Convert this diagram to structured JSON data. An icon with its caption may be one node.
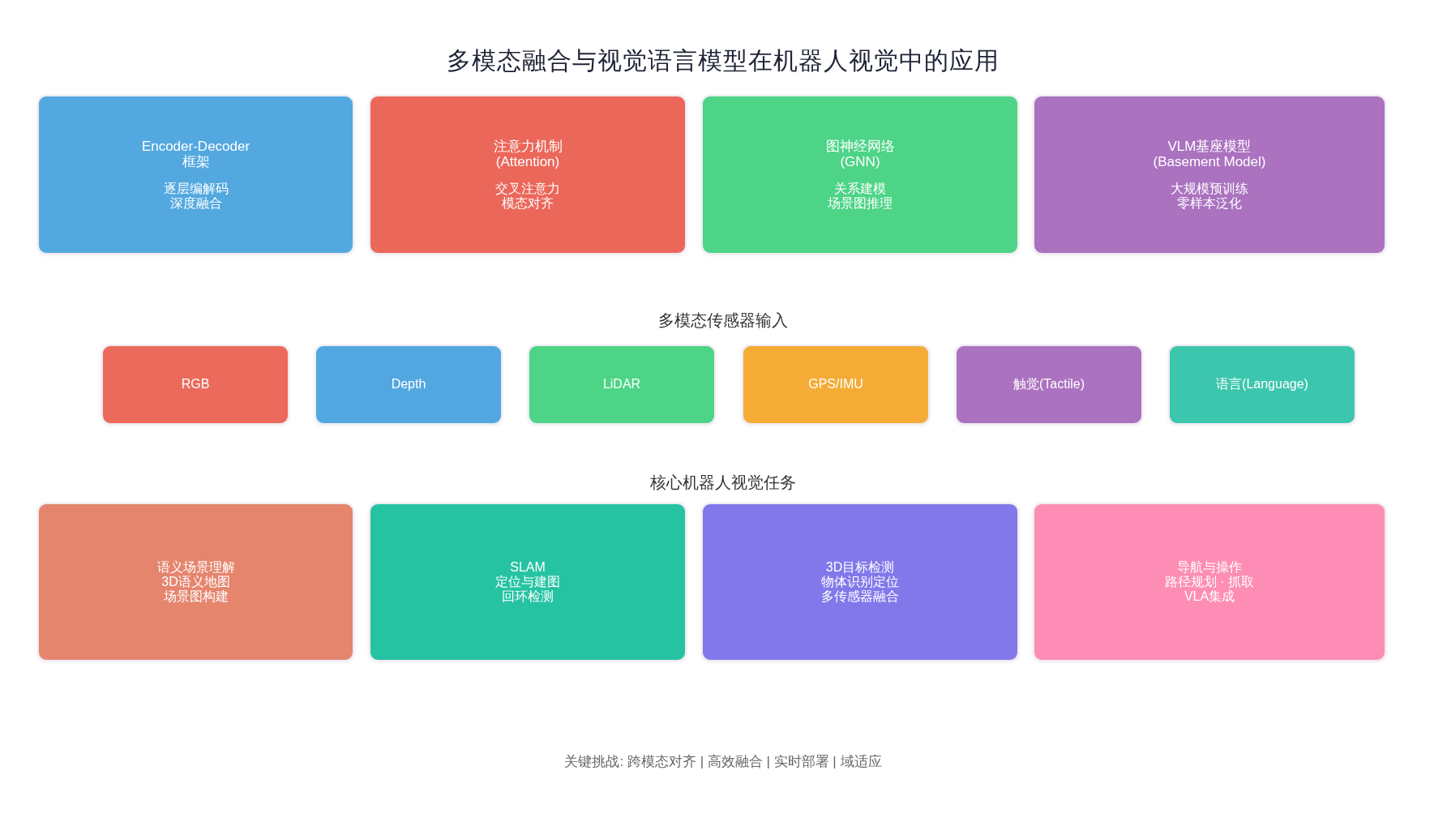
{
  "diagram": {
    "title": "多模态融合与视觉语言模型在机器人视觉中的应用",
    "nodes": [
      {
        "text": [
          "Encoder-Decoder 框架",
          "逐层编解码深度融合"
        ]
      },
      {
        "text": [
          "注意力机制 (Attention)",
          "交叉注意力模态对齐"
        ]
      },
      {
        "text": [
          "图神经网络 (GNN)",
          "关系建模场景图推理"
        ]
      },
      {
        "text": [
          "VLM基座模型 (Basement Model)",
          "大规模预训练零样本泛化"
        ]
      },
      {
        "text": [
          "RGB"
        ]
      },
      {
        "text": [
          "Depth"
        ]
      },
      {
        "text": [
          "LiDAR"
        ]
      },
      {
        "text": [
          "GPS/IMU"
        ]
      },
      {
        "text": [
          "触觉(Tactile)"
        ]
      },
      {
        "text": [
          "语言(Language)"
        ]
      },
      {
        "text": [
          "语义场景理解 3D语义地图场景图构建"
        ]
      },
      {
        "text": [
          "SLAM 定位与建图回环检测"
        ]
      },
      {
        "text": [
          "3D目标检测物体识别定位多传感器融合"
        ]
      },
      {
        "text": [
          "导航与操作路径规划 · 抓取 VLA集成"
        ]
      }
    ],
    "labels": [
      "多模态传感器输入",
      "核心机器人视觉任务",
      "关键挑战: 跨模态对齐 | 高效融合 | 实时部署 | 域适应"
    ]
  }
}
